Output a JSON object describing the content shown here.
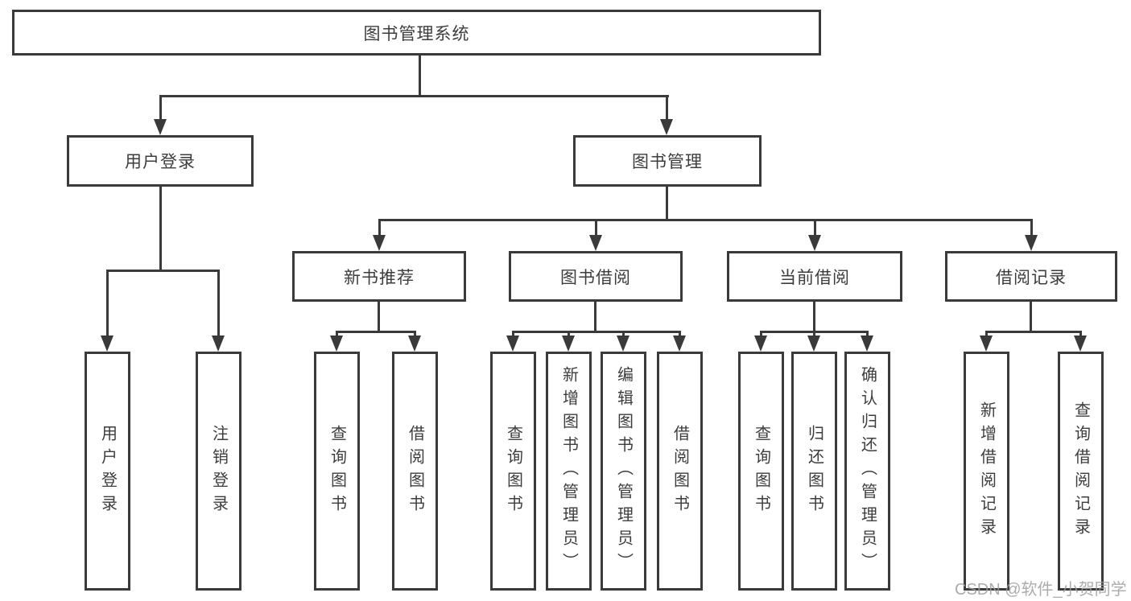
{
  "tree": {
    "root": "图书管理系统",
    "branches": [
      {
        "label": "用户登录",
        "children": [
          "用户登录",
          "注销登录"
        ]
      },
      {
        "label": "图书管理",
        "groups": [
          {
            "label": "新书推荐",
            "children": [
              "查询图书",
              "借阅图书"
            ]
          },
          {
            "label": "图书借阅",
            "children": [
              "查询图书",
              "新增图书（管理员）",
              "编辑图书（管理员）",
              "借阅图书"
            ]
          },
          {
            "label": "当前借阅",
            "children": [
              "查询图书",
              "归还图书",
              "确认归还（管理员）"
            ]
          },
          {
            "label": "借阅记录",
            "children": [
              "新增借阅记录",
              "查询借阅记录"
            ]
          }
        ]
      }
    ]
  },
  "colors": {
    "line": "#3a3a3a",
    "text": "#3d3d3d",
    "watermark": "#9e9e9e"
  },
  "watermark": "CSDN @软件_小贺同学"
}
